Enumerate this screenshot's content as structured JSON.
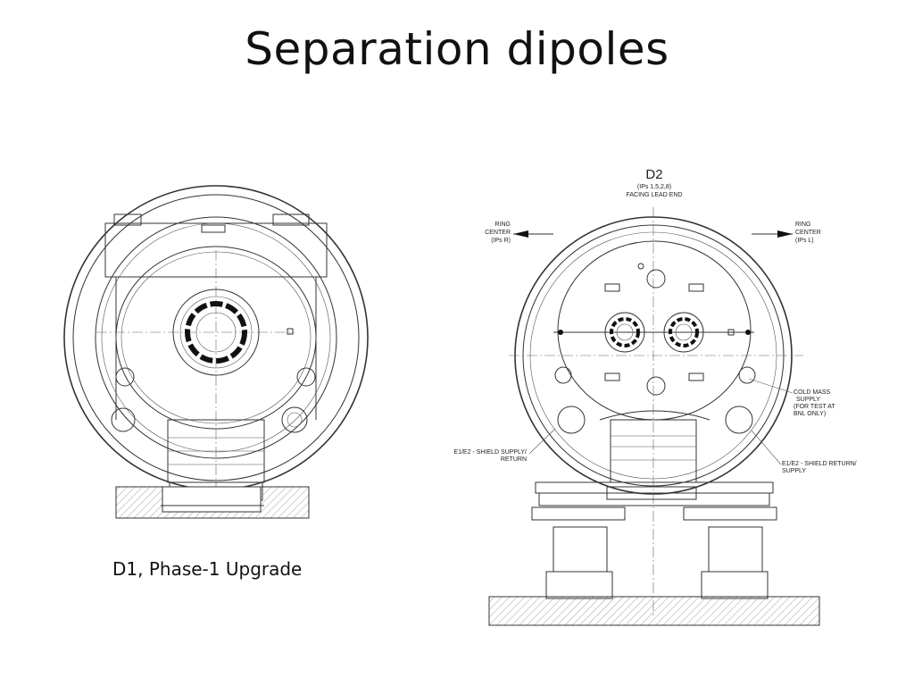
{
  "slide": {
    "title": "Separation dipoles",
    "caption": "D1, Phase-1 Upgrade"
  },
  "d2": {
    "title": "D2",
    "subtitle_line1": "(IPs 1,5,2,8)",
    "subtitle_line2": "FACING LEAD END",
    "ring_left": [
      "RING",
      "CENTER",
      "(IPs R)"
    ],
    "ring_right": [
      "RING",
      "CENTER",
      "(IPs L)"
    ],
    "cold_mass": [
      "COLD MASS",
      "SUPPLY",
      "(FOR TEST AT",
      "BNL ONLY)"
    ],
    "shield_left": [
      "E1/E2 - SHIELD SUPPLY/",
      "RETURN"
    ],
    "shield_right": [
      "E1/E2 - SHIELD RETURN/",
      "SUPPLY"
    ]
  }
}
